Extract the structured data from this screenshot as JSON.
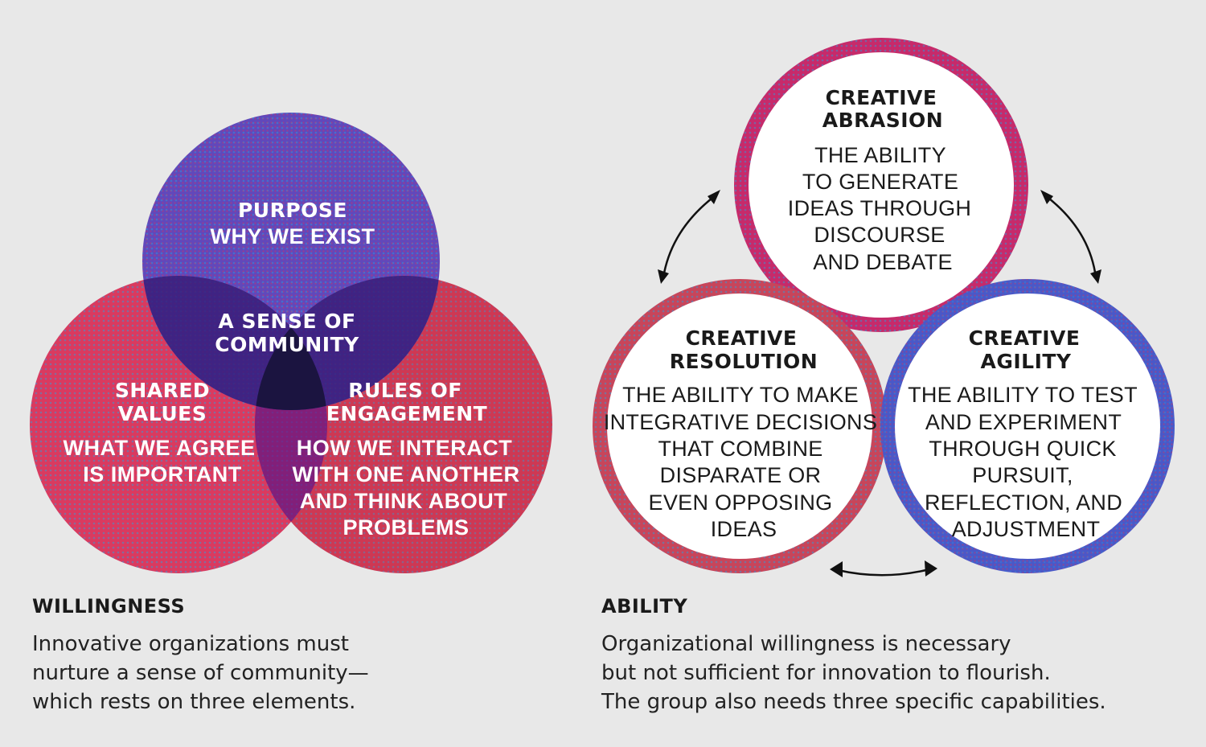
{
  "colors": {
    "background": "#e8e8e8",
    "purpose_circle": "#5a3fb8",
    "values_circle": "#d82a52",
    "engagement_circle": "#c91f3d",
    "community_overlap": "#1b1440",
    "ring_top": "#c72a6a",
    "ring_left": "#c8455a",
    "ring_right": "#4a58c8",
    "arrow": "#111111"
  },
  "willingness": {
    "purpose": {
      "title": "PURPOSE",
      "body": [
        "WHY WE EXIST"
      ]
    },
    "community": {
      "title": [
        "A SENSE OF",
        "COMMUNITY"
      ]
    },
    "shared_values": {
      "title": [
        "SHARED",
        "VALUES"
      ],
      "body": [
        "WHAT WE AGREE",
        "IS IMPORTANT"
      ]
    },
    "rules": {
      "title": [
        "RULES OF",
        "ENGAGEMENT"
      ],
      "body": [
        "HOW WE INTERACT",
        "WITH ONE ANOTHER",
        "AND THINK ABOUT",
        "PROBLEMS"
      ]
    },
    "caption_head": "WILLINGNESS",
    "caption_body": [
      "Innovative organizations must",
      "nurture a sense of community—",
      "which rests on three elements."
    ]
  },
  "ability": {
    "abrasion": {
      "title": [
        "CREATIVE",
        "ABRASION"
      ],
      "body": [
        "THE ABILITY",
        "TO GENERATE",
        "IDEAS THROUGH",
        "DISCOURSE",
        "AND DEBATE"
      ]
    },
    "resolution": {
      "title": [
        "CREATIVE",
        "RESOLUTION"
      ],
      "body": [
        "THE ABILITY TO MAKE",
        "INTEGRATIVE DECISIONS",
        "THAT COMBINE",
        "DISPARATE OR",
        "EVEN OPPOSING",
        "IDEAS"
      ]
    },
    "agility": {
      "title": [
        "CREATIVE",
        "AGILITY"
      ],
      "body": [
        "THE ABILITY TO TEST",
        "AND EXPERIMENT",
        "THROUGH QUICK",
        "PURSUIT,",
        "REFLECTION, AND",
        "ADJUSTMENT"
      ]
    },
    "caption_head": "ABILITY",
    "caption_body": [
      "Organizational willingness is necessary",
      "but not sufficient for innovation to flourish.",
      "The group also needs three specific capabilities."
    ]
  }
}
